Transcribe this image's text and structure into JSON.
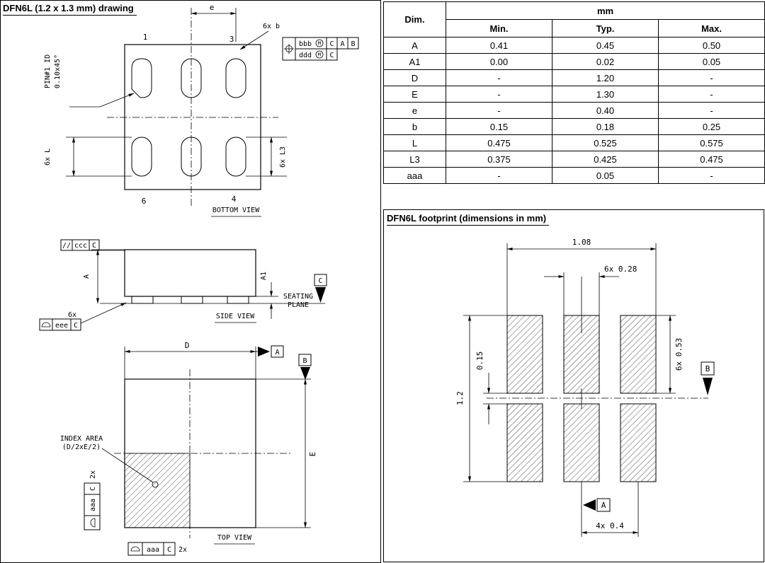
{
  "drawing_panel": {
    "title": "DFN6L (1.2 x 1.3 mm) drawing",
    "bottom_view": {
      "caption": "BOTTOM VIEW",
      "pins": {
        "p1": "1",
        "p3": "3",
        "p4": "4",
        "p6": "6"
      },
      "dim_e": "e",
      "dim_b": "6x b",
      "dim_L": "6x L",
      "dim_L3": "6x L3",
      "pin1_id_line1": "PIN#1 ID",
      "pin1_id_line2": "0.10x45°",
      "fcf_row1": {
        "tolerance": "bbb",
        "modifier": "M",
        "datum1": "C",
        "datum2": "A",
        "datum3": "B"
      },
      "fcf_row2": {
        "tolerance": "ddd",
        "modifier": "M",
        "datum1": "C"
      }
    },
    "side_view": {
      "caption": "SIDE VIEW",
      "dim_A": "A",
      "dim_A1": "A1",
      "seating_line1": "SEATING",
      "seating_line2": "PLANE",
      "datum_c": "C",
      "fcf_ccc": {
        "symbol": "//",
        "tolerance": "ccc",
        "datum": "C"
      },
      "fcf_eee": {
        "count": "6x",
        "tolerance": "eee",
        "datum": "C"
      }
    },
    "top_view": {
      "caption": "TOP VIEW",
      "dim_D": "D",
      "dim_E": "E",
      "index_area_line1": "INDEX AREA",
      "index_area_line2": "(D/2xE/2)",
      "datum_a": "A",
      "datum_b": "B",
      "fcf_aaa_left": {
        "tolerance": "aaa",
        "datum": "C",
        "count": "2x"
      },
      "fcf_aaa_bottom": {
        "tolerance": "aaa",
        "datum": "C",
        "count": "2x"
      }
    }
  },
  "dimension_table": {
    "header": {
      "dim": "Dim.",
      "unit": "mm",
      "min": "Min.",
      "typ": "Typ.",
      "max": "Max."
    },
    "rows": [
      {
        "dim": "A",
        "min": "0.41",
        "typ": "0.45",
        "max": "0.50"
      },
      {
        "dim": "A1",
        "min": "0.00",
        "typ": "0.02",
        "max": "0.05"
      },
      {
        "dim": "D",
        "min": "-",
        "typ": "1.20",
        "max": "-"
      },
      {
        "dim": "E",
        "min": "-",
        "typ": "1.30",
        "max": "-"
      },
      {
        "dim": "e",
        "min": "-",
        "typ": "0.40",
        "max": "-"
      },
      {
        "dim": "b",
        "min": "0.15",
        "typ": "0.18",
        "max": "0.25"
      },
      {
        "dim": "L",
        "min": "0.475",
        "typ": "0.525",
        "max": "0.575"
      },
      {
        "dim": "L3",
        "min": "0.375",
        "typ": "0.425",
        "max": "0.475"
      },
      {
        "dim": "aaa",
        "min": "-",
        "typ": "0.05",
        "max": "-"
      }
    ]
  },
  "footprint_panel": {
    "title": "DFN6L footprint (dimensions in mm)",
    "dim_width": "1.08",
    "dim_pad_width": "6x 0.28",
    "dim_row_gap": "0.15",
    "dim_height": "1.2",
    "dim_pad_height": "6x 0.53",
    "dim_pitch": "4x 0.4",
    "datum_a": "A",
    "datum_b": "B"
  }
}
